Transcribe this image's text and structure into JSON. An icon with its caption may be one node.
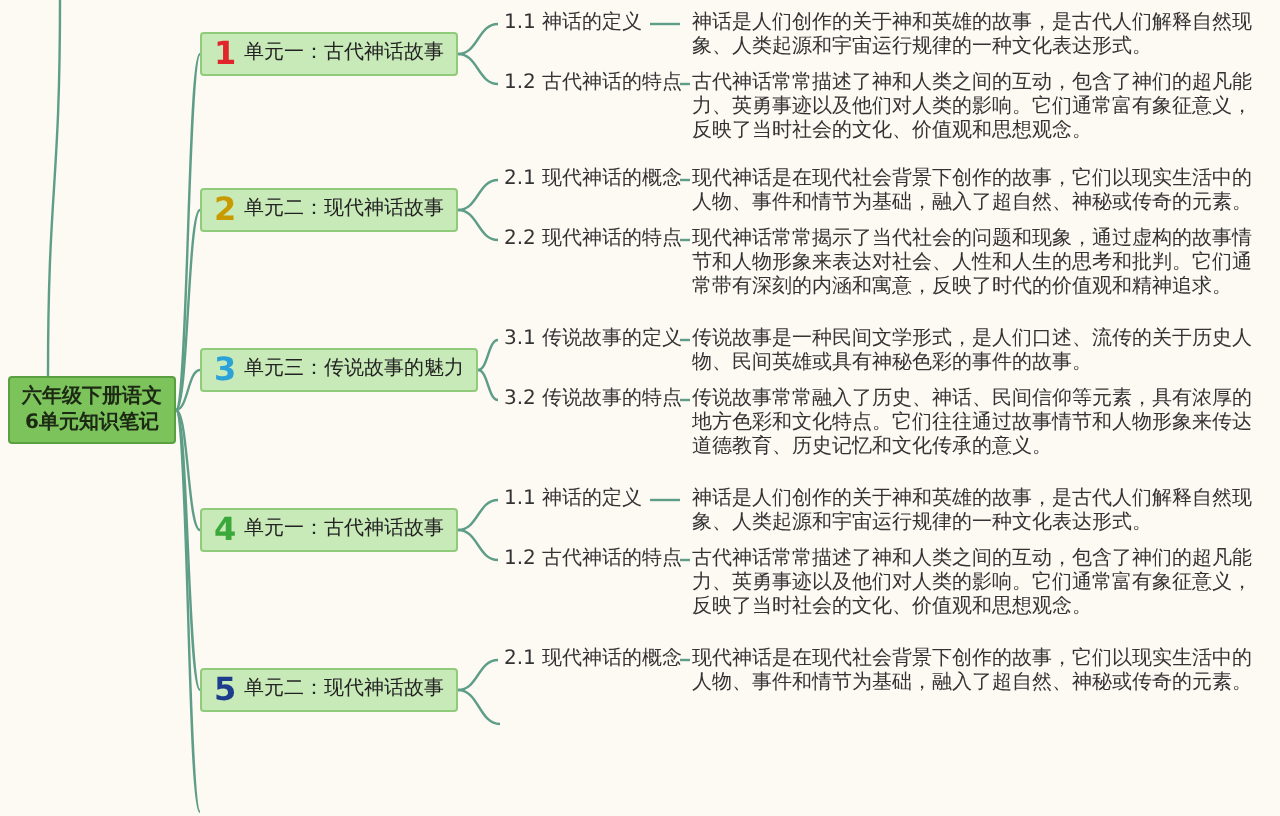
{
  "diagram": {
    "nodes": [
      {
        "text": [
          "六年级下册语文6单元知识笔记"
        ]
      },
      {
        "text": [
          "1",
          "单元一：古代神话故事"
        ]
      },
      {
        "text": [
          "1.1 神话的定义"
        ]
      },
      {
        "text": [
          "神话是人们创作的关于神和英雄的故事，是古代人们解释自然现象、人类起源和宇宙运行规律的一种文化表达形式。"
        ]
      },
      {
        "text": [
          "1.2 古代神话的特点"
        ]
      },
      {
        "text": [
          "古代神话常常描述了神和人类之间的互动，包含了神们的超凡能力、英勇事迹以及他们对人类的影响。它们通常富有象征意义，反映了当时社会的文化、价值观和思想观念。"
        ]
      },
      {
        "text": [
          "2",
          "单元二：现代神话故事"
        ]
      },
      {
        "text": [
          "2.1 现代神话的概念"
        ]
      },
      {
        "text": [
          "现代神话是在现代社会背景下创作的故事，它们以现实生活中的人物、事件和情节为基础，融入了超自然、神秘或传奇的元素。"
        ]
      },
      {
        "text": [
          "2.2 现代神话的特点"
        ]
      },
      {
        "text": [
          "现代神话常常揭示了当代社会的问题和现象，通过虚构的故事情节和人物形象来表达对社会、人性和人生的思考和批判。它们通常带有深刻的内涵和寓意，反映了时代的价值观和精神追求。"
        ]
      },
      {
        "text": [
          "3",
          "单元三：传说故事的魅力"
        ]
      },
      {
        "text": [
          "3.1 传说故事的定义"
        ]
      },
      {
        "text": [
          "传说故事是一种民间文学形式，是人们口述、流传的关于历史人物、民间英雄或具有神秘色彩的事件的故事。"
        ]
      },
      {
        "text": [
          "3.2 传说故事的特点"
        ]
      },
      {
        "text": [
          "传说故事常常融入了历史、神话、民间信仰等元素，具有浓厚的地方色彩和文化特点。它们往往通过故事情节和人物形象来传达道德教育、历史记忆和文化传承的意义。"
        ]
      },
      {
        "text": [
          "4",
          "单元一：古代神话故事"
        ]
      },
      {
        "text": [
          "1.1 神话的定义"
        ]
      },
      {
        "text": [
          "神话是人们创作的关于神和英雄的故事，是古代人们解释自然现象、人类起源和宇宙运行规律的一种文化表达形式。"
        ]
      },
      {
        "text": [
          "1.2 古代神话的特点"
        ]
      },
      {
        "text": [
          "古代神话常常描述了神和人类之间的互动，包含了神们的超凡能力、英勇事迹以及他们对人类的影响。它们通常富有象征意义，反映了当时社会的文化、价值观和思想观念。"
        ]
      },
      {
        "text": [
          "5",
          "单元二：现代神话故事"
        ]
      },
      {
        "text": [
          "2.1 现代神话的概念"
        ]
      },
      {
        "text": [
          "现代神话是在现代社会背景下创作的故事，它们以现实生活中的人物、事件和情节为基础，融入了超自然、神秘或传奇的元素。"
        ]
      }
    ],
    "edges": [
      {
        "from": 0,
        "to": null,
        "arrow": "none"
      },
      {
        "from": 0,
        "to": 1,
        "arrow": "none"
      },
      {
        "from": 0,
        "to": 6,
        "arrow": "none"
      },
      {
        "from": 0,
        "to": 11,
        "arrow": "none"
      },
      {
        "from": 0,
        "to": 16,
        "arrow": "none"
      },
      {
        "from": 0,
        "to": 21,
        "arrow": "none"
      },
      {
        "from": 0,
        "to": null,
        "arrow": "none"
      },
      {
        "from": 1,
        "to": 2,
        "arrow": "none"
      },
      {
        "from": 2,
        "to": 3,
        "arrow": "none"
      },
      {
        "from": 1,
        "to": 4,
        "arrow": "none"
      },
      {
        "from": 4,
        "to": 5,
        "arrow": "none"
      },
      {
        "from": 6,
        "to": 7,
        "arrow": "none"
      },
      {
        "from": 7,
        "to": 8,
        "arrow": "none"
      },
      {
        "from": 6,
        "to": 9,
        "arrow": "none"
      },
      {
        "from": 9,
        "to": 10,
        "arrow": "none"
      },
      {
        "from": 11,
        "to": 12,
        "arrow": "none"
      },
      {
        "from": 12,
        "to": 13,
        "arrow": "none"
      },
      {
        "from": 11,
        "to": 14,
        "arrow": "none"
      },
      {
        "from": 14,
        "to": 15,
        "arrow": "none"
      },
      {
        "from": 16,
        "to": 17,
        "arrow": "none"
      },
      {
        "from": 17,
        "to": 18,
        "arrow": "none"
      },
      {
        "from": 16,
        "to": 19,
        "arrow": "none"
      },
      {
        "from": 19,
        "to": 20,
        "arrow": "none"
      },
      {
        "from": 21,
        "to": 22,
        "arrow": "none"
      },
      {
        "from": 22,
        "to": 23,
        "arrow": "none"
      },
      {
        "from": 21,
        "to": null,
        "arrow": "none"
      }
    ]
  }
}
